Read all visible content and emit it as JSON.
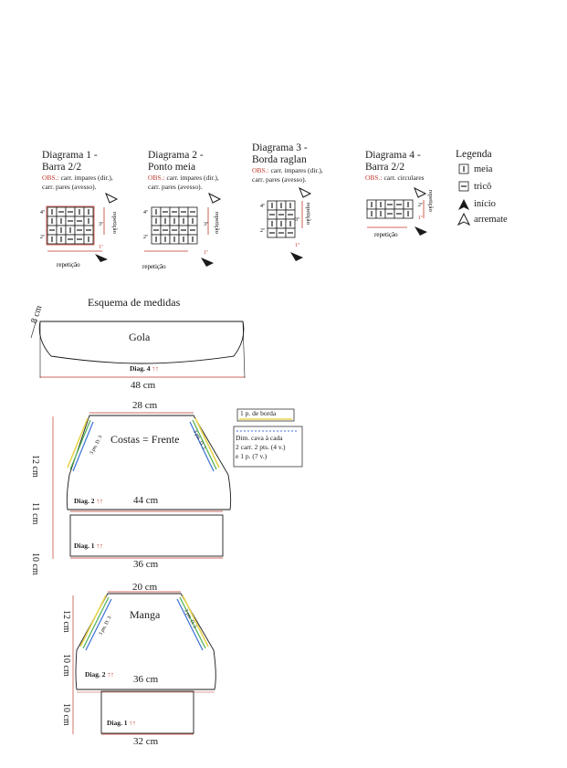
{
  "diagrams": [
    {
      "title_line1": "Diagrama 1 -",
      "title_line2": "Barra 2/2",
      "obs_label": "OBS.:",
      "obs_line1": "carr. impares (dir.),",
      "obs_line2": "carr. pares (avesso).",
      "repeat_label": "repetição",
      "rows": [
        "4ª",
        "3ª",
        "2ª",
        "1ª"
      ],
      "side_repeat": "repetição"
    },
    {
      "title_line1": "Diagrama 2 -",
      "title_line2": "Ponto meia",
      "obs_label": "OBS.:",
      "obs_line1": "carr. impares (dir.),",
      "obs_line2": "carr. pares (avesso).",
      "repeat_label": "repetição",
      "rows": [
        "4ª",
        "3ª",
        "2ª",
        "1ª"
      ],
      "side_repeat": "repetição"
    },
    {
      "title_line1": "Diagrama 3 -",
      "title_line2": "Borda raglan",
      "obs_label": "OBS.:",
      "obs_line1": "carr. impares (dir.),",
      "obs_line2": "carr. pares (avesso).",
      "rows": [
        "4ª",
        "3ª",
        "2ª",
        "1ª"
      ],
      "side_repeat": "repetição"
    },
    {
      "title_line1": "Diagrama 4 -",
      "title_line2": "Barra 2/2",
      "obs_label": "OBS.:",
      "obs_line1": "carr. circulares",
      "repeat_label": "repetição",
      "rows": [
        "2ª",
        "1ª"
      ],
      "side_repeat": "repetição"
    }
  ],
  "legend": {
    "title": "Legenda",
    "items": [
      {
        "label": "meia",
        "icon": "knit-symbol-icon"
      },
      {
        "label": "tricô",
        "icon": "purl-symbol-icon"
      },
      {
        "label": "início",
        "icon": "start-arrow-icon"
      },
      {
        "label": "arremate",
        "icon": "bind-off-arrow-icon"
      }
    ]
  },
  "schema": {
    "title": "Esquema de medidas",
    "gola": {
      "label": "Gola",
      "diag": "Diag. 4",
      "width": "48 cm",
      "side": "8 cm"
    },
    "body": {
      "label": "Costas = Frente",
      "top": "28 cm",
      "mid": "44 cm",
      "bottom": "36 cm",
      "h1": "12 cm",
      "h2": "11 cm",
      "h3": "10 cm",
      "diag_upper": "Diag. 2",
      "diag_lower": "Diag. 1",
      "raglan": "3 pts. D. 3"
    },
    "notes": {
      "border": "1 p. de borda",
      "dim_line1": "Dim. cava à cada",
      "dim_line2": "2 carr. 2 pts. (4 v.)",
      "dim_line3": "e 1 p. (7 v.)"
    },
    "sleeve": {
      "label": "Manga",
      "top": "20 cm",
      "mid": "36 cm",
      "bottom": "32 cm",
      "h1": "12 cm",
      "h2": "10 cm",
      "h3": "10 cm",
      "diag_upper": "Diag. 2",
      "diag_lower": "Diag. 1",
      "raglan": "3 pts. D. 3"
    },
    "arrows": "↑↑"
  },
  "colors": {
    "red": "#c0392b",
    "yellow": "#e8d44d",
    "green": "#4caf50",
    "blue": "#3b6fd6",
    "line": "#1a1a1a"
  }
}
